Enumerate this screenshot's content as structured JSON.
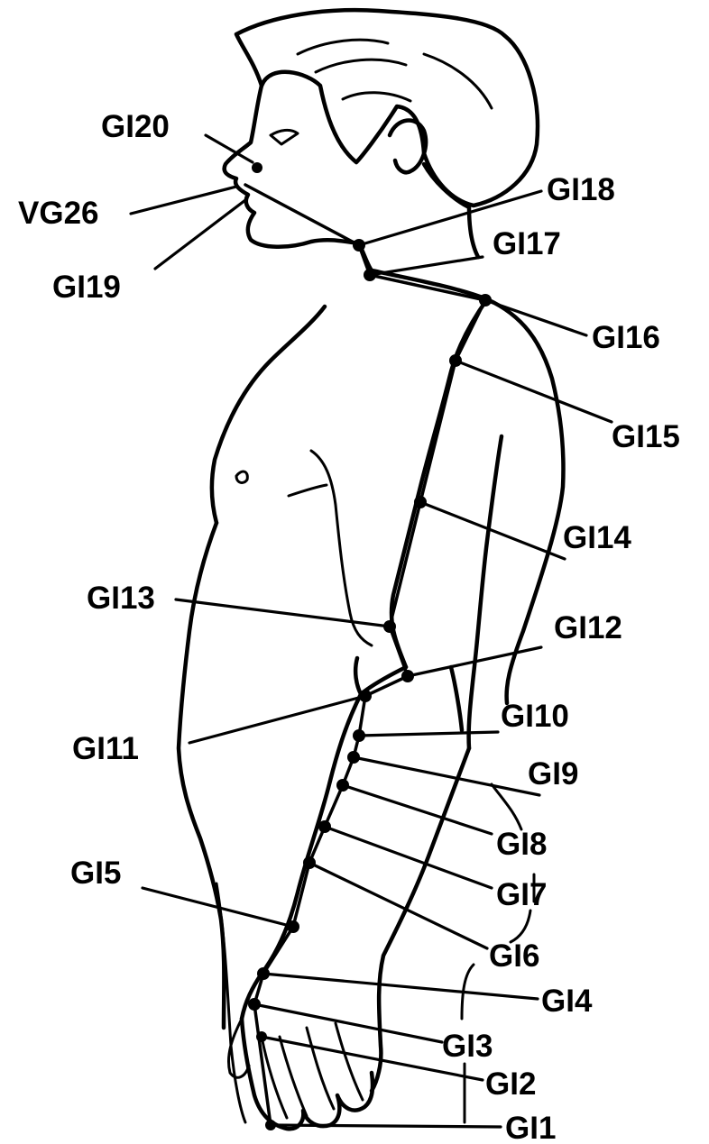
{
  "points": [
    {
      "id": "gi20",
      "label": "GI20"
    },
    {
      "id": "vg26",
      "label": "VG26"
    },
    {
      "id": "gi19",
      "label": "GI19"
    },
    {
      "id": "gi18",
      "label": "GI18"
    },
    {
      "id": "gi17",
      "label": "GI17"
    },
    {
      "id": "gi16",
      "label": "GI16"
    },
    {
      "id": "gi15",
      "label": "GI15"
    },
    {
      "id": "gi14",
      "label": "GI14"
    },
    {
      "id": "gi13",
      "label": "GI13"
    },
    {
      "id": "gi12",
      "label": "GI12"
    },
    {
      "id": "gi11",
      "label": "GI11"
    },
    {
      "id": "gi10",
      "label": "GI10"
    },
    {
      "id": "gi9",
      "label": "GI9"
    },
    {
      "id": "gi8",
      "label": "GI8"
    },
    {
      "id": "gi7",
      "label": "GI7"
    },
    {
      "id": "gi6",
      "label": "GI6"
    },
    {
      "id": "gi5",
      "label": "GI5"
    },
    {
      "id": "gi4",
      "label": "GI4"
    },
    {
      "id": "gi3",
      "label": "GI3"
    },
    {
      "id": "gi2",
      "label": "GI2"
    },
    {
      "id": "gi1",
      "label": "GI1"
    }
  ]
}
